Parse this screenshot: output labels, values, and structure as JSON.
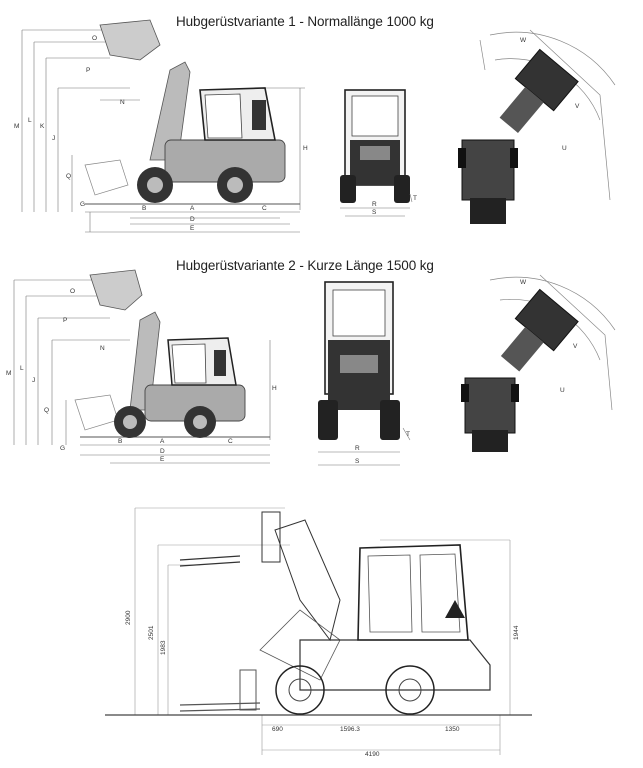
{
  "headings": {
    "variant1": "Hubgerüstvariante 1 - Normallänge 1000 kg",
    "variant2": "Hubgerüstvariante 2 - Kurze Länge 1500 kg"
  },
  "side_labels": {
    "vertical": [
      "M",
      "L",
      "K",
      "J",
      "Q",
      "P",
      "O",
      "N",
      "H",
      "G"
    ],
    "horizontal": [
      "B",
      "A",
      "C",
      "D",
      "E"
    ]
  },
  "front_labels": [
    "R",
    "S",
    "T"
  ],
  "top_labels": [
    "W",
    "V",
    "U"
  ],
  "bottom_dims": {
    "heights": [
      "2900",
      "2501",
      "1983",
      "1944"
    ],
    "lengths": [
      "690",
      "1596.3",
      "1350",
      "4190"
    ]
  }
}
